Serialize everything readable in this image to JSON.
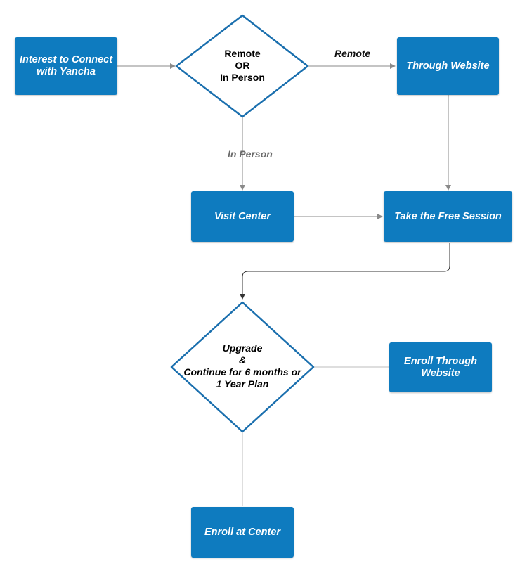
{
  "nodes": {
    "interest": "Interest to Connect\nwith Yancha",
    "decision1": "Remote\nOR\nIn Person",
    "website": "Through Website",
    "visit": "Visit Center",
    "free_session": "Take the Free Session",
    "decision2": "Upgrade\n&\nContinue for 6 months or\n1 Year Plan",
    "enroll_website": "Enroll Through\nWebsite",
    "enroll_center": "Enroll at Center"
  },
  "edge_labels": {
    "remote": "Remote",
    "in_person": "In Person"
  },
  "colors": {
    "box_fill": "#0e7bbf",
    "diamond_stroke": "#1a6fae",
    "connector": "#8a8a8a",
    "edge_label_dark": "#111111",
    "edge_label_gray": "#6b6b6b"
  }
}
